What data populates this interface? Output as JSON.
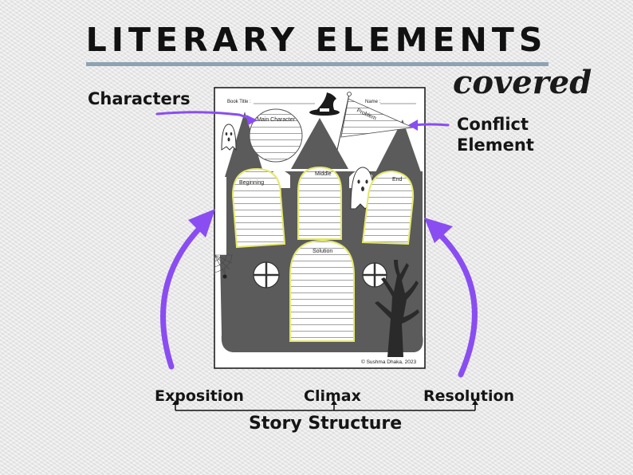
{
  "heading": {
    "title": "LITERARY ELEMENTS",
    "subtitle": "covered"
  },
  "labels": {
    "characters": "Characters",
    "conflict_line1": "Conflict",
    "conflict_line2": "Element",
    "exposition": "Exposition",
    "climax": "Climax",
    "resolution": "Resolution",
    "story_structure": "Story Structure"
  },
  "worksheet": {
    "book_title": "Book Title :",
    "name": "Name :",
    "main_character": "Main Character",
    "problem": "Problem",
    "beginning": "Beginning",
    "middle": "Middle",
    "end": "End",
    "solution": "Solution",
    "copyright": "© Sushma Dhaka, 2023"
  },
  "colors": {
    "accent_purple": "#8a4df2",
    "rule_blue": "#8da3b4",
    "castle_gray": "#5b5b5b",
    "box_outline": "#e4e86a"
  },
  "icons": [
    "witch-hat-icon",
    "ghost-icon",
    "spider-web-icon",
    "spider-icon",
    "bare-tree-icon",
    "round-window-icon",
    "pennant-flag-icon"
  ]
}
